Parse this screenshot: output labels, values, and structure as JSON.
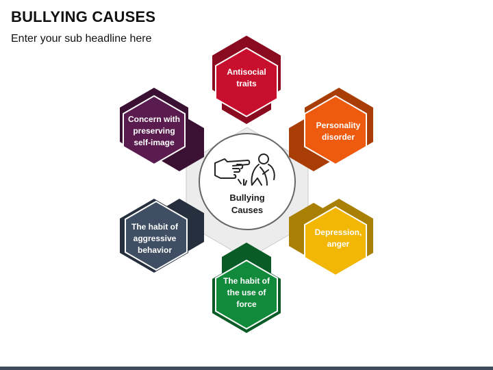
{
  "title": "BULLYING CAUSES",
  "subtitle": "Enter your sub headline here",
  "center": {
    "lines": [
      "Bullying",
      "Causes"
    ],
    "icon": "bullying-pointing-finger-icon"
  },
  "causes": [
    {
      "id": "antisocial",
      "lines": [
        "Antisocial",
        "traits"
      ],
      "color": "#c8102e",
      "dark": "#8a0b1f"
    },
    {
      "id": "personality",
      "lines": [
        "Personality",
        "disorder"
      ],
      "color": "#ee5a0e",
      "dark": "#a83d06"
    },
    {
      "id": "depression",
      "lines": [
        "Depression,",
        "anger"
      ],
      "color": "#f2b705",
      "dark": "#a98004"
    },
    {
      "id": "force",
      "lines": [
        "The habit of",
        "the use of",
        "force"
      ],
      "color": "#118a3c",
      "dark": "#0a5c27"
    },
    {
      "id": "aggressive",
      "lines": [
        "The habit of",
        "aggressive",
        "behavior"
      ],
      "color": "#3f4e63",
      "dark": "#252f3d"
    },
    {
      "id": "self-image",
      "lines": [
        "Concern with",
        "preserving",
        "self-image"
      ],
      "color": "#5a1c4f",
      "dark": "#3a1033"
    }
  ]
}
